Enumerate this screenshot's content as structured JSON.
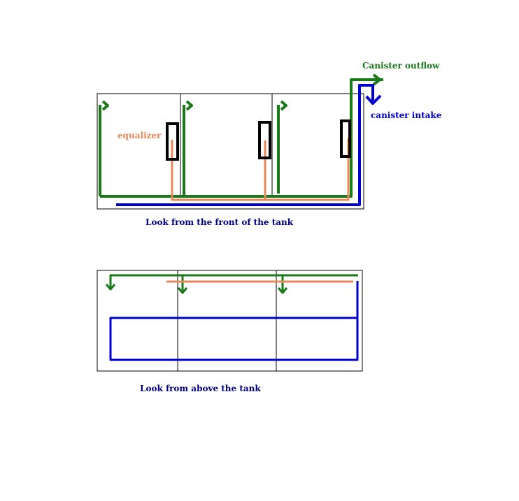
{
  "labels": {
    "canister_outflow": "Canister outflow",
    "canister_intake": "canister intake",
    "equalizer": "equalizer",
    "front_caption": "Look from the front of the tank",
    "top_caption": "Look from above the tank"
  },
  "colors": {
    "outflow": "#1a7a1a",
    "intake": "#0000cc",
    "equalizer": "#e8895a",
    "caption": "#000080",
    "outline": "#000000",
    "overflow_box": "#000000"
  }
}
